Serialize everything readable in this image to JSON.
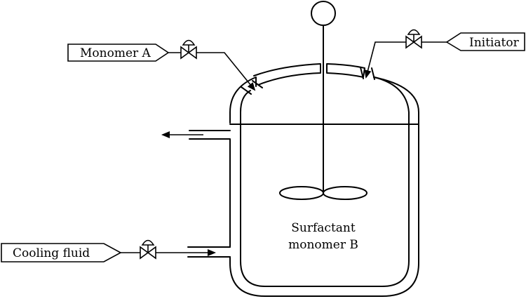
{
  "labels": {
    "monomer_a": "Monomer A",
    "initiator": "Initiator",
    "cooling_fluid": "Cooling fluid",
    "vessel_line1": "Surfactant",
    "vessel_line2": "monomer B"
  },
  "colors": {
    "line": "#000000",
    "background": "#ffffff"
  },
  "icons": [
    "valve-icon",
    "agitator-motor-icon",
    "impeller-icon",
    "arrow-icon"
  ]
}
